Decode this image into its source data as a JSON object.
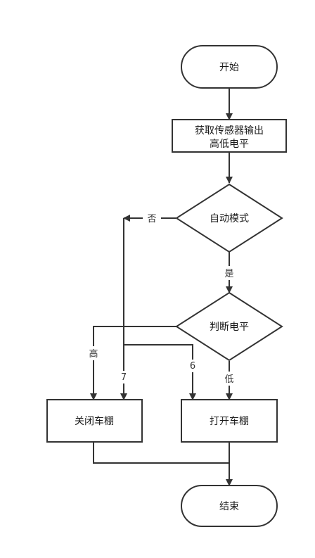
{
  "diagram": {
    "type": "flowchart",
    "nodes": {
      "start": {
        "label": "开始",
        "shape": "terminator"
      },
      "read_sensor": {
        "line1": "获取传感器输出",
        "line2": "高低电平",
        "shape": "process"
      },
      "auto_mode": {
        "label": "自动模式",
        "shape": "decision"
      },
      "judge_level": {
        "label": "判断电平",
        "shape": "decision"
      },
      "close_shed": {
        "label": "关闭车棚",
        "shape": "process"
      },
      "open_shed": {
        "label": "打开车棚",
        "shape": "process"
      },
      "end": {
        "label": "结束",
        "shape": "terminator"
      }
    },
    "edge_labels": {
      "no": "否",
      "yes": "是",
      "high": "高",
      "low": "低",
      "seven": "7",
      "six": "6"
    },
    "colors": {
      "stroke": "#333333",
      "fill": "#ffffff",
      "text": "#1a1a1a"
    }
  }
}
